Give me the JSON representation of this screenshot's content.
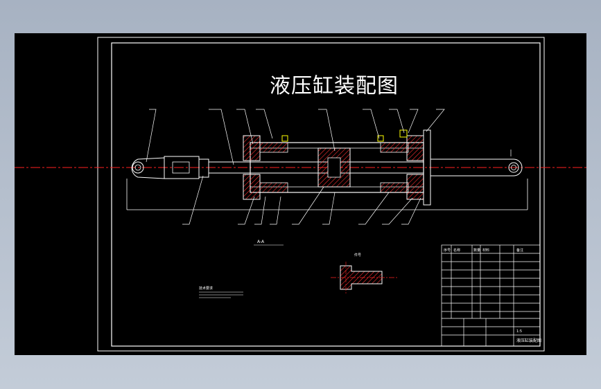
{
  "drawing": {
    "title": "液压缸装配图",
    "section_label": "A-A",
    "part_label": "件号",
    "notes_title": "技术要求",
    "title_block": {
      "drawing_name": "液压缸装配图",
      "scale": "1:5",
      "school_line": "",
      "row_labels": [
        "序号",
        "名称",
        "数量",
        "材料",
        "备注"
      ]
    }
  },
  "colors": {
    "background": "#000000",
    "line": "#ffffff",
    "centerline": "#ff2020",
    "hatch": "#ff3030",
    "accent": "#ffff00"
  }
}
